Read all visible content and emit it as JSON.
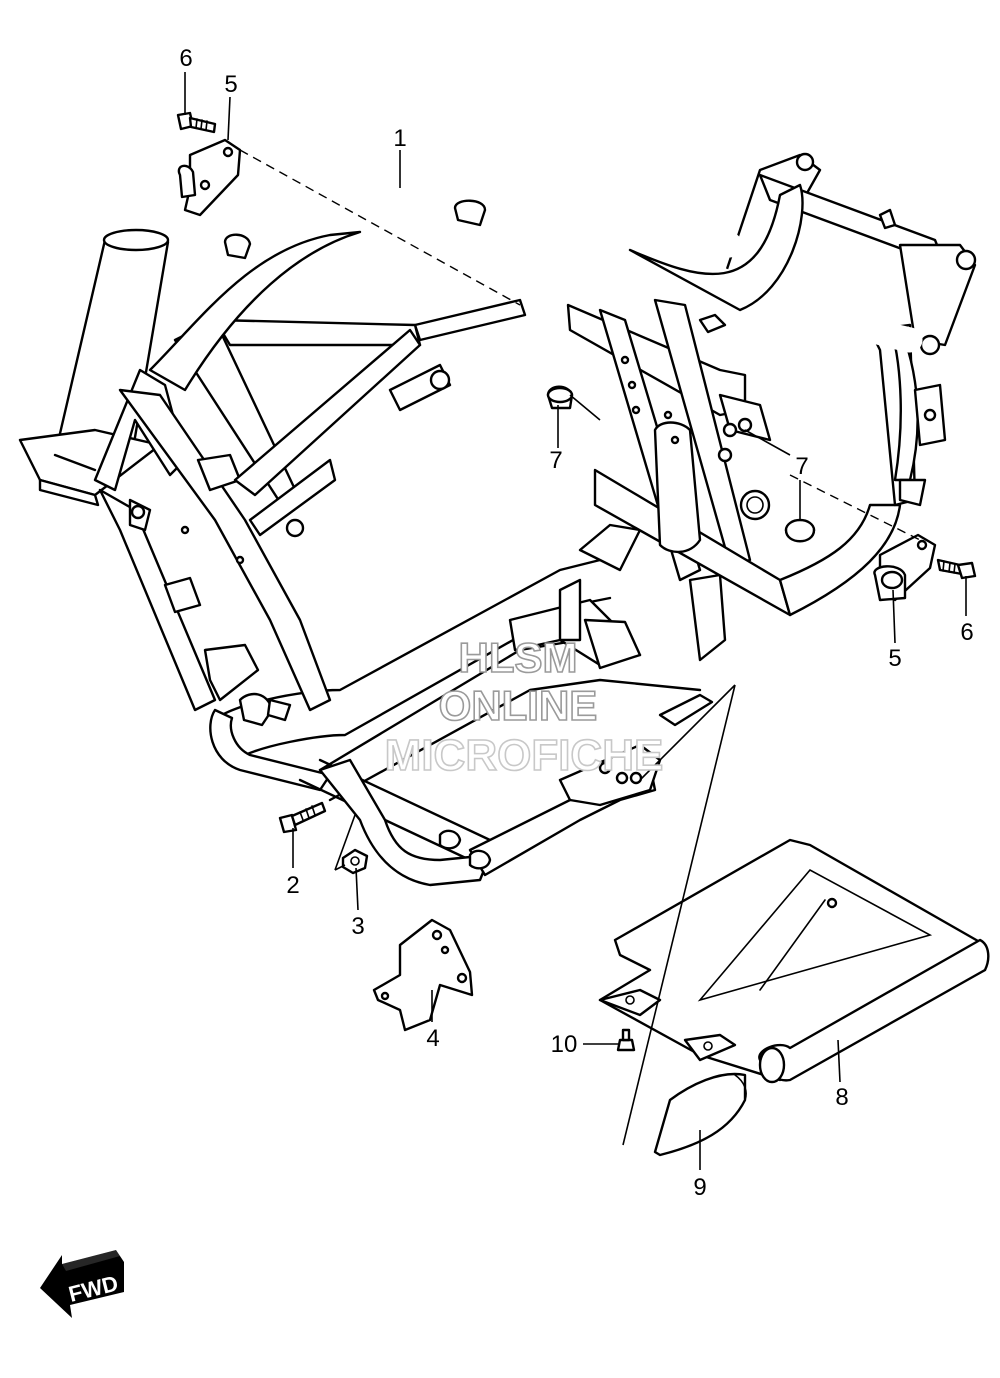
{
  "diagram": {
    "callouts": [
      {
        "id": "1",
        "label": "1"
      },
      {
        "id": "2",
        "label": "2"
      },
      {
        "id": "3",
        "label": "3"
      },
      {
        "id": "4",
        "label": "4"
      },
      {
        "id": "5a",
        "label": "5"
      },
      {
        "id": "5b",
        "label": "5"
      },
      {
        "id": "6a",
        "label": "6"
      },
      {
        "id": "6b",
        "label": "6"
      },
      {
        "id": "7a",
        "label": "7"
      },
      {
        "id": "7b",
        "label": "7"
      },
      {
        "id": "8",
        "label": "8"
      },
      {
        "id": "9",
        "label": "9"
      },
      {
        "id": "10",
        "label": "10"
      }
    ],
    "watermark": {
      "line1": "HLSM",
      "line2": "ONLINE",
      "line3": "MICROFICHE"
    },
    "direction_badge": "FWD"
  }
}
